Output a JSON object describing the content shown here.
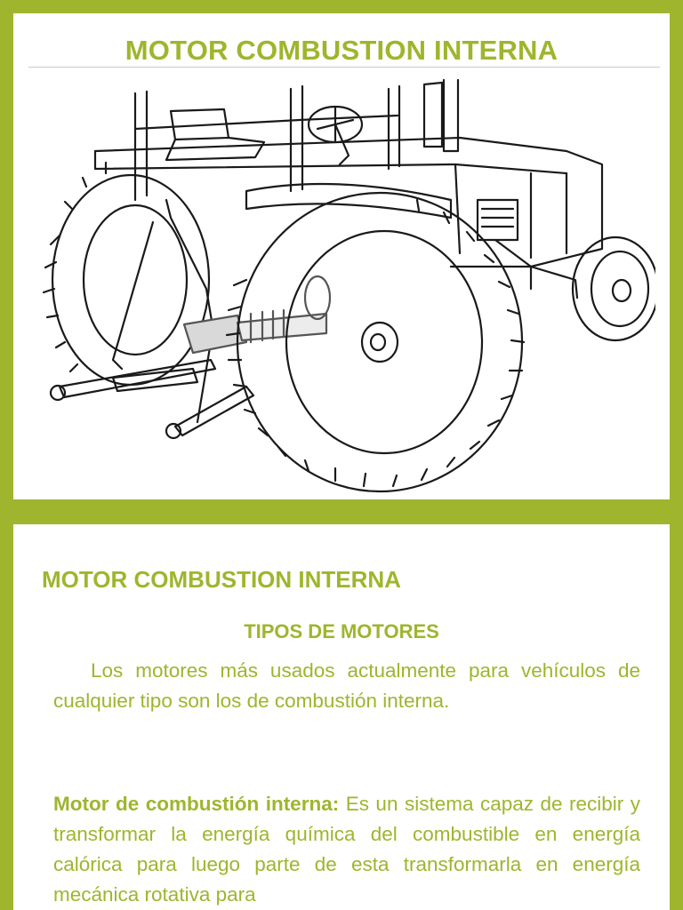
{
  "slide1": {
    "title": "MOTOR COMBUSTION INTERNA"
  },
  "slide2": {
    "title": "MOTOR COMBUSTION INTERNA",
    "subtitle": "TIPOS DE MOTORES",
    "paragraph1": "Los motores más usados actualmente para vehículos de cualquier tipo son los de combustión interna.",
    "paragraph2_lead": "Motor de combustión interna:",
    "paragraph2_text": " Es un sistema capaz de recibir y transformar la energía química del combustible en energía calórica para luego parte de esta transformarla en energía mecánica rotativa para"
  },
  "colors": {
    "accent": "#9fb52d",
    "background": "#ffffff"
  },
  "image": {
    "icon": "tractor-line-drawing"
  }
}
